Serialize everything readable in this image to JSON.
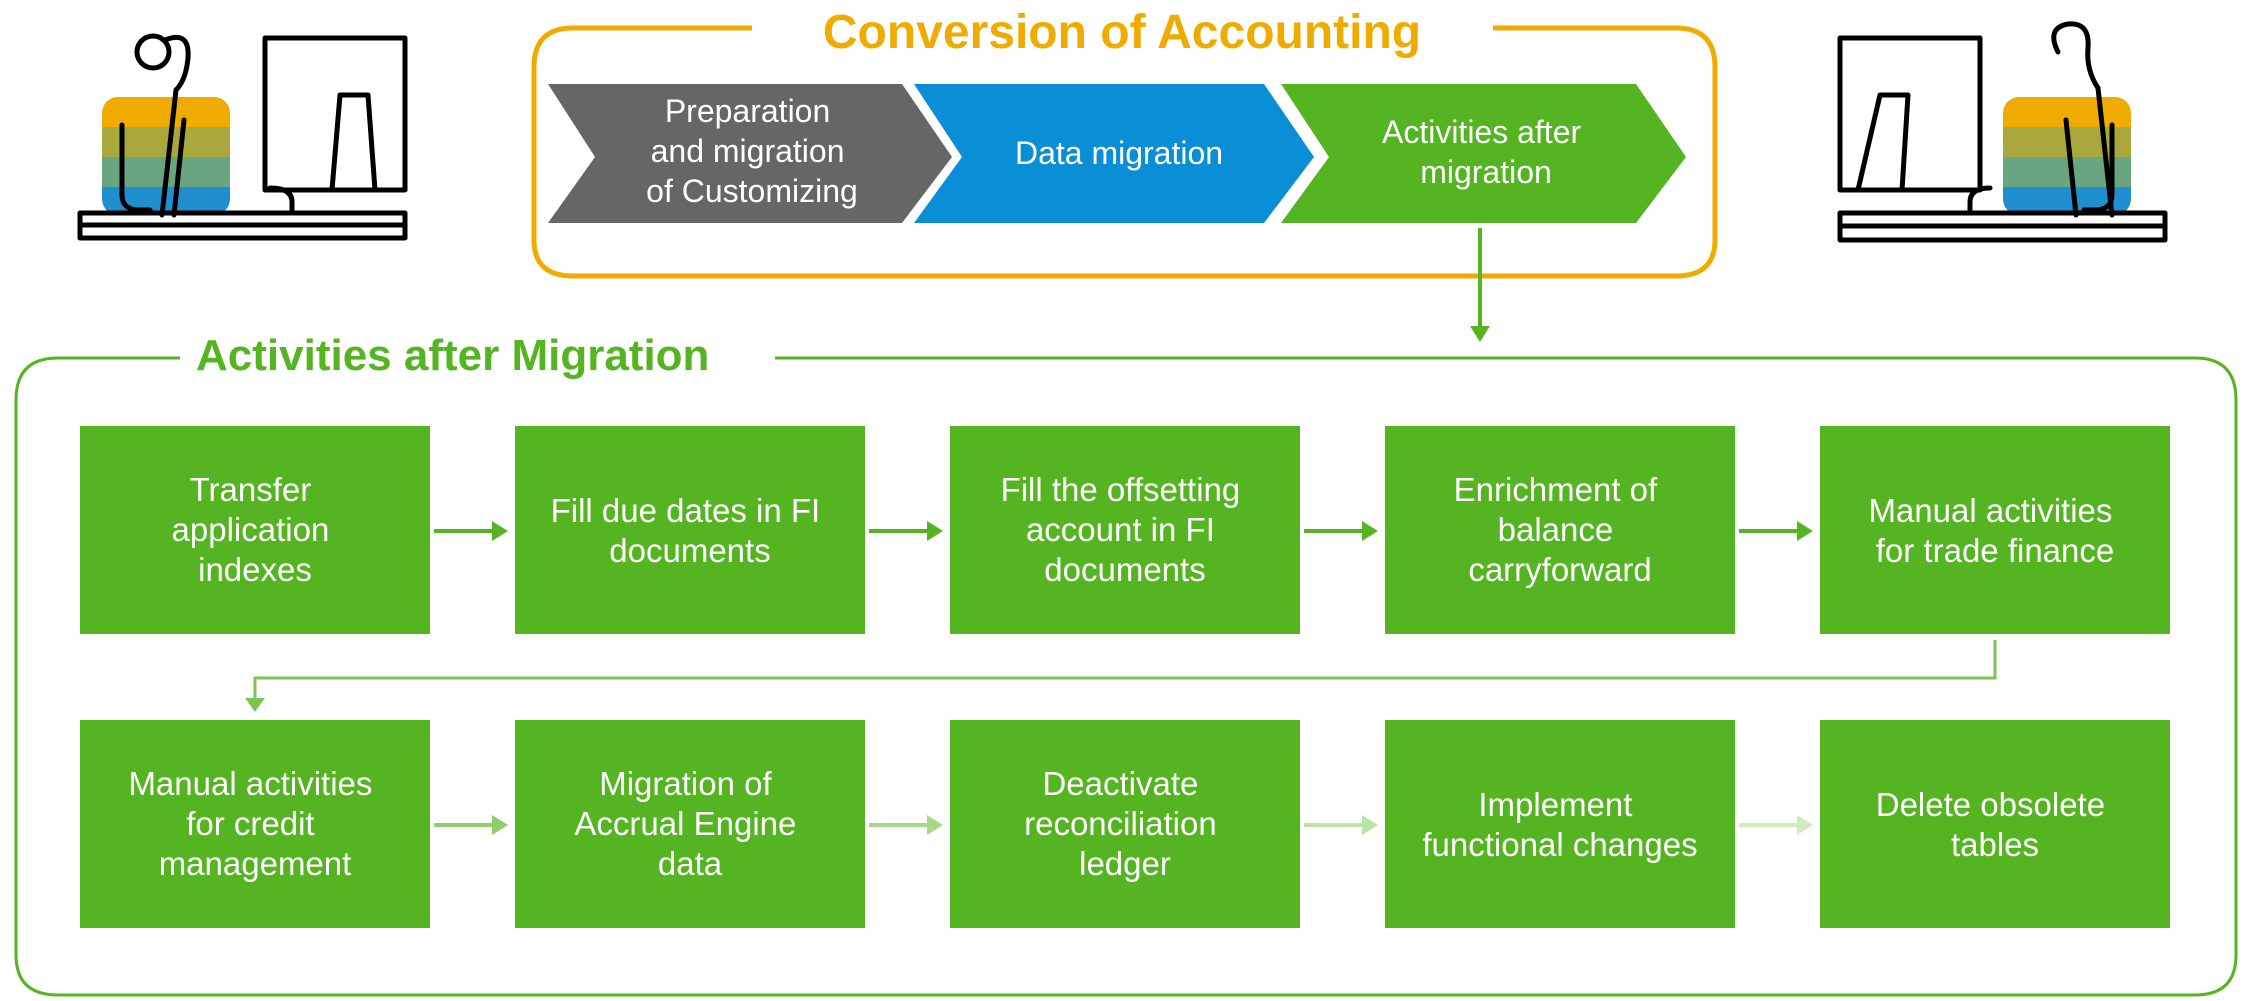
{
  "conversion": {
    "title": "Conversion of Accounting",
    "title_color": "#f0ab00",
    "phases": [
      {
        "lines": [
          "Preparation",
          "and migration",
          "of Customizing"
        ],
        "color": "#666666"
      },
      {
        "lines": [
          "Data migration"
        ],
        "color": "#0a8fd6"
      },
      {
        "lines": [
          "Activities after",
          "migration"
        ],
        "color": "#55b421"
      }
    ]
  },
  "activities": {
    "title": "Activities after Migration",
    "title_color": "#55b421",
    "box_color": "#55b421",
    "rows": [
      [
        {
          "lines": [
            "Transfer",
            "application",
            "indexes"
          ]
        },
        {
          "lines": [
            "Fill due dates in FI",
            "documents"
          ]
        },
        {
          "lines": [
            "Fill the offsetting",
            "account in FI",
            "documents"
          ]
        },
        {
          "lines": [
            "Enrichment of",
            "balance",
            "carryforward"
          ]
        },
        {
          "lines": [
            "Manual activities",
            "for trade finance"
          ]
        }
      ],
      [
        {
          "lines": [
            "Manual activities",
            "for credit",
            "management"
          ]
        },
        {
          "lines": [
            "Migration of",
            "Accrual Engine",
            "data"
          ]
        },
        {
          "lines": [
            "Deactivate",
            "reconciliation",
            "ledger"
          ]
        },
        {
          "lines": [
            "Implement",
            "functional changes"
          ]
        },
        {
          "lines": [
            "Delete obsolete",
            "tables"
          ]
        }
      ]
    ]
  },
  "icons": {
    "left": "person-at-computer-icon",
    "right": "person-at-computer-icon"
  },
  "colors": {
    "orange": "#f0ab00",
    "green": "#55b421",
    "blue": "#0a8fd6",
    "gray": "#666666",
    "icon_stripes": [
      "#f0ab00",
      "#a8a83c",
      "#6aa582",
      "#1f8fd0"
    ]
  }
}
